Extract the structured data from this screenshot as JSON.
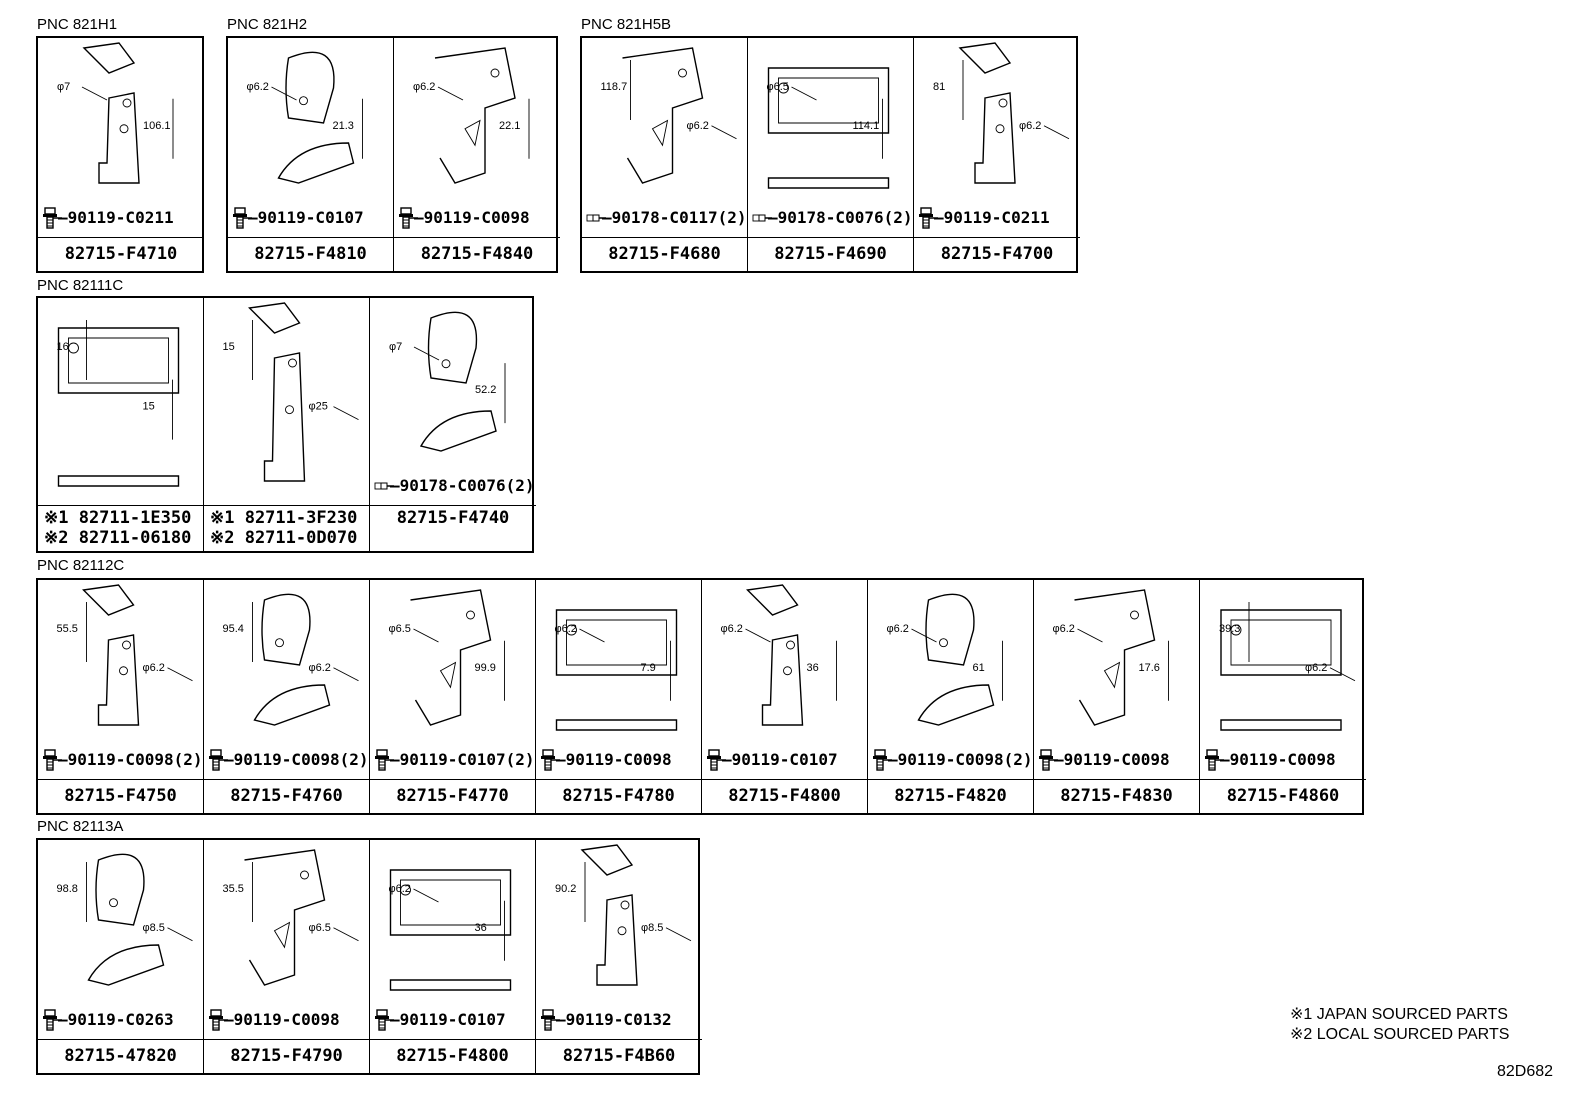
{
  "groups": [
    {
      "pnc": "PNC 821H1",
      "cells": [
        {
          "fastener": "90119-C0211",
          "fastener_type": "bolt",
          "part": [
            "82715-F4710"
          ],
          "dims": [
            "φ7",
            "106.1"
          ]
        }
      ]
    },
    {
      "pnc": "PNC 821H2",
      "cells": [
        {
          "fastener": "90119-C0107",
          "fastener_type": "bolt",
          "part": [
            "82715-F4810"
          ],
          "dims": [
            "φ6.2",
            "21.3"
          ]
        },
        {
          "fastener": "90119-C0098",
          "fastener_type": "bolt",
          "part": [
            "82715-F4840"
          ],
          "dims": [
            "φ6.2",
            "22.1"
          ]
        }
      ]
    },
    {
      "pnc": "PNC 821H5B",
      "cells": [
        {
          "fastener": "90178-C0117(2)",
          "fastener_type": "nut",
          "part": [
            "82715-F4680"
          ],
          "dims": [
            "118.7",
            "φ6.2"
          ]
        },
        {
          "fastener": "90178-C0076(2)",
          "fastener_type": "nut",
          "part": [
            "82715-F4690"
          ],
          "dims": [
            "φ6.5",
            "114.1"
          ]
        },
        {
          "fastener": "90119-C0211",
          "fastener_type": "bolt",
          "part": [
            "82715-F4700"
          ],
          "dims": [
            "81",
            "φ6.2"
          ]
        }
      ]
    },
    {
      "pnc": "PNC 82111C",
      "cells": [
        {
          "fastener": "",
          "fastener_type": "none",
          "part": [
            "※1 82711-1E350",
            "※2 82711-06180"
          ],
          "dims": [
            "16",
            "15"
          ]
        },
        {
          "fastener": "",
          "fastener_type": "none",
          "part": [
            "※1 82711-3F230",
            "※2 82711-0D070"
          ],
          "dims": [
            "15",
            "φ25"
          ]
        },
        {
          "fastener": "90178-C0076(2)",
          "fastener_type": "nut",
          "part": [
            "82715-F4740"
          ],
          "dims": [
            "φ7",
            "52.2"
          ]
        }
      ]
    },
    {
      "pnc": "PNC 82112C",
      "cells": [
        {
          "fastener": "90119-C0098(2)",
          "fastener_type": "bolt",
          "part": [
            "82715-F4750"
          ],
          "dims": [
            "55.5",
            "φ6.2"
          ]
        },
        {
          "fastener": "90119-C0098(2)",
          "fastener_type": "bolt",
          "part": [
            "82715-F4760"
          ],
          "dims": [
            "95.4",
            "φ6.2"
          ]
        },
        {
          "fastener": "90119-C0107(2)",
          "fastener_type": "bolt",
          "part": [
            "82715-F4770"
          ],
          "dims": [
            "φ6.5",
            "99.9"
          ]
        },
        {
          "fastener": "90119-C0098",
          "fastener_type": "bolt",
          "part": [
            "82715-F4780"
          ],
          "dims": [
            "φ6.2",
            "7.9"
          ]
        },
        {
          "fastener": "90119-C0107",
          "fastener_type": "bolt",
          "part": [
            "82715-F4800"
          ],
          "dims": [
            "φ6.2",
            "36"
          ]
        },
        {
          "fastener": "90119-C0098(2)",
          "fastener_type": "bolt",
          "part": [
            "82715-F4820"
          ],
          "dims": [
            "φ6.2",
            "61"
          ]
        },
        {
          "fastener": "90119-C0098",
          "fastener_type": "bolt",
          "part": [
            "82715-F4830"
          ],
          "dims": [
            "φ6.2",
            "17.6"
          ]
        },
        {
          "fastener": "90119-C0098",
          "fastener_type": "bolt",
          "part": [
            "82715-F4860"
          ],
          "dims": [
            "39.3",
            "φ6.2"
          ]
        }
      ]
    },
    {
      "pnc": "PNC 82113A",
      "cells": [
        {
          "fastener": "90119-C0263",
          "fastener_type": "bolt",
          "part": [
            "82715-47820"
          ],
          "dims": [
            "98.8",
            "φ8.5"
          ]
        },
        {
          "fastener": "90119-C0098",
          "fastener_type": "bolt",
          "part": [
            "82715-F4790"
          ],
          "dims": [
            "35.5",
            "φ6.5"
          ]
        },
        {
          "fastener": "90119-C0107",
          "fastener_type": "bolt",
          "part": [
            "82715-F4800"
          ],
          "dims": [
            "φ6.2",
            "36"
          ]
        },
        {
          "fastener": "90119-C0132",
          "fastener_type": "bolt",
          "part": [
            "82715-F4B60"
          ],
          "dims": [
            "90.2",
            "φ8.5"
          ]
        }
      ]
    }
  ],
  "notes": [
    "※1 JAPAN SOURCED PARTS",
    "※2 LOCAL SOURCED PARTS"
  ],
  "diagram_code": "82D682"
}
